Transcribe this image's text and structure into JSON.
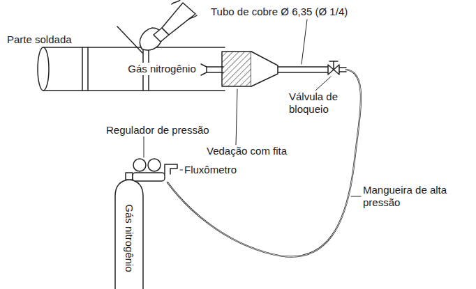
{
  "diagram": {
    "nodes": [
      {
        "text": [
          "Gás nitrogênio"
        ]
      },
      {
        "text": [
          "Gás nitrogênio"
        ]
      }
    ],
    "labels": [
      "Parte soldada",
      "Tubo de cobre Ø 6,35 (Ø 1/4)",
      "Válvula de bloqueio",
      "Vedação com fita",
      "Regulador de pressão",
      "Fluxômetro",
      "Mangueira de alta pressão"
    ]
  }
}
